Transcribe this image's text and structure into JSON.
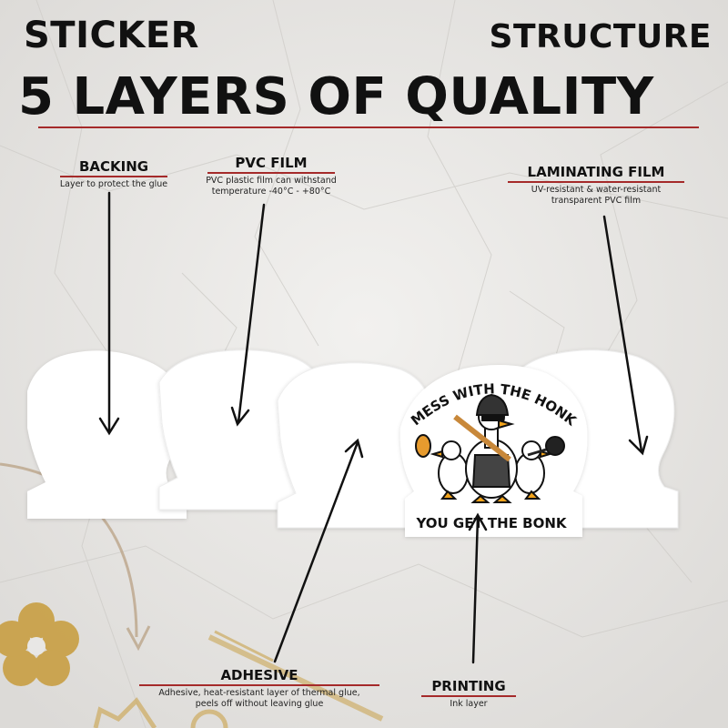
{
  "header": {
    "word_left": "STICKER",
    "word_right": "STRUCTURE",
    "title": "5 LAYERS OF QUALITY"
  },
  "layers": {
    "backing": {
      "name": "BACKING",
      "description": "Layer to protect the glue"
    },
    "pvc_film": {
      "name": "PVC FILM",
      "description_line1": "PVC plastic film can withstand",
      "description_line2": "temperature -40°C - +80°C"
    },
    "laminating_film": {
      "name": "LAMINATING FILM",
      "description_line1": "UV-resistant & water-resistant",
      "description_line2": "transparent PVC film"
    },
    "adhesive": {
      "name": "ADHESIVE",
      "description_line1": "Adhesive, heat-resistant layer of thermal glue,",
      "description_line2": "peels off without leaving glue"
    },
    "printing": {
      "name": "PRINTING",
      "description": "Ink layer"
    }
  },
  "sticker_design": {
    "top_text": "MESS WITH THE HONK",
    "bottom_text": "YOU GET THE BONK"
  },
  "colors": {
    "accent_rule": "#a52a2a",
    "background": "#e9e8e6",
    "text": "#111111",
    "gold": "#c9a24a"
  }
}
